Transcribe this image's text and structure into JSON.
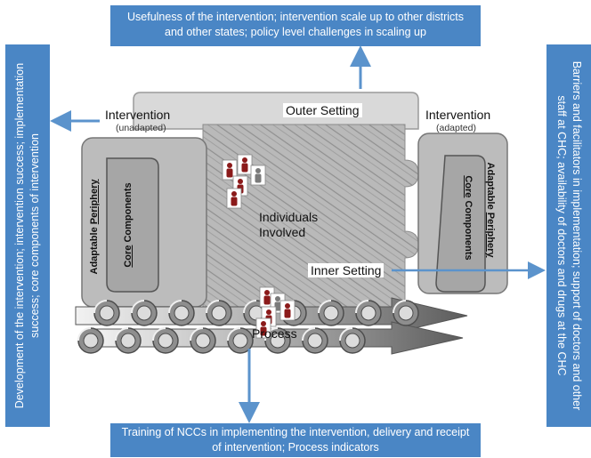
{
  "top_box": "Usefulness of the intervention; intervention scale up to other districts and other states; policy level challenges in scaling up",
  "bottom_box": "Training of NCCs in implementing the intervention, delivery and receipt of intervention; Process indicators",
  "left_box": "Development of the intervention; intervention success; implementation success; core components of intervention",
  "right_box": "Barriers and facilitators in implementation; support of doctors and other staff at CHC; availability of doctors and drugs at the CHC",
  "outer_setting": "Outer Setting",
  "inner_setting": "Inner Setting",
  "individuals": [
    "Individuals",
    "Involved"
  ],
  "process": "Process",
  "left_intervention": {
    "title": "Intervention",
    "state": "(unadapted)",
    "periphery_prefix": "Adaptable ",
    "periphery_word": "Periphery",
    "core_word": "Core",
    "core_suffix": " Components"
  },
  "right_intervention": {
    "title": "Intervention",
    "state": "(adapted)",
    "periphery_prefix": "Adaptable ",
    "periphery_word": "Periphery",
    "core_word": "Core",
    "core_suffix": " Components"
  },
  "colors": {
    "box_blue": "#4a86c5",
    "arrow_blue": "#5b93cc",
    "puzzle_grey": "#c8c8c8",
    "person_red": "#8b1a1a"
  }
}
